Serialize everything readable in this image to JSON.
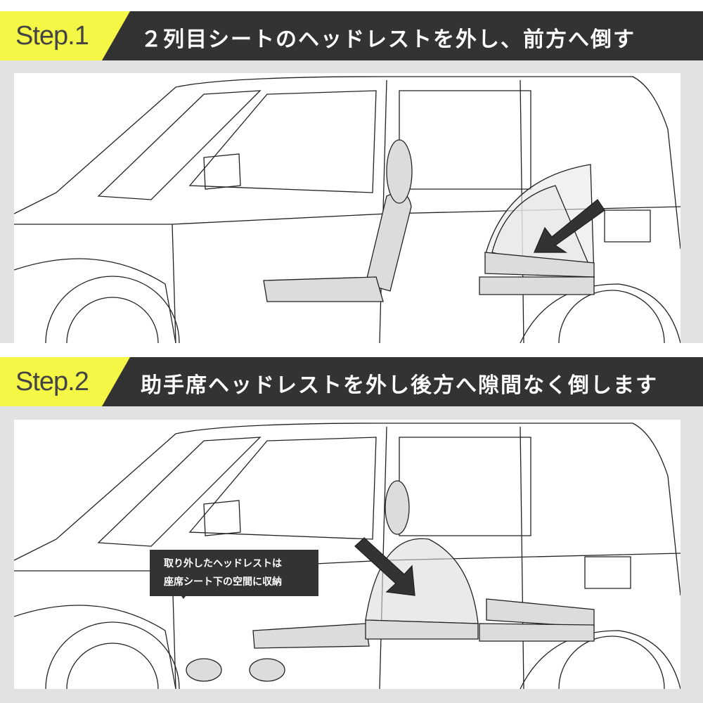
{
  "steps": [
    {
      "badge": "Step.1",
      "title": "２列目シートのヘッドレストを外し、前方へ倒す"
    },
    {
      "badge": "Step.2",
      "title": "助手席ヘッドレストを外し後方へ隙間なく倒します"
    }
  ],
  "callout": {
    "line1": "取り外したヘッドレストは",
    "line2": "座席シート下の空間に収納"
  },
  "colors": {
    "accent": "#f4f745",
    "dark": "#333333",
    "background": "#e2e2e2",
    "seat": "#dcdcdc"
  }
}
